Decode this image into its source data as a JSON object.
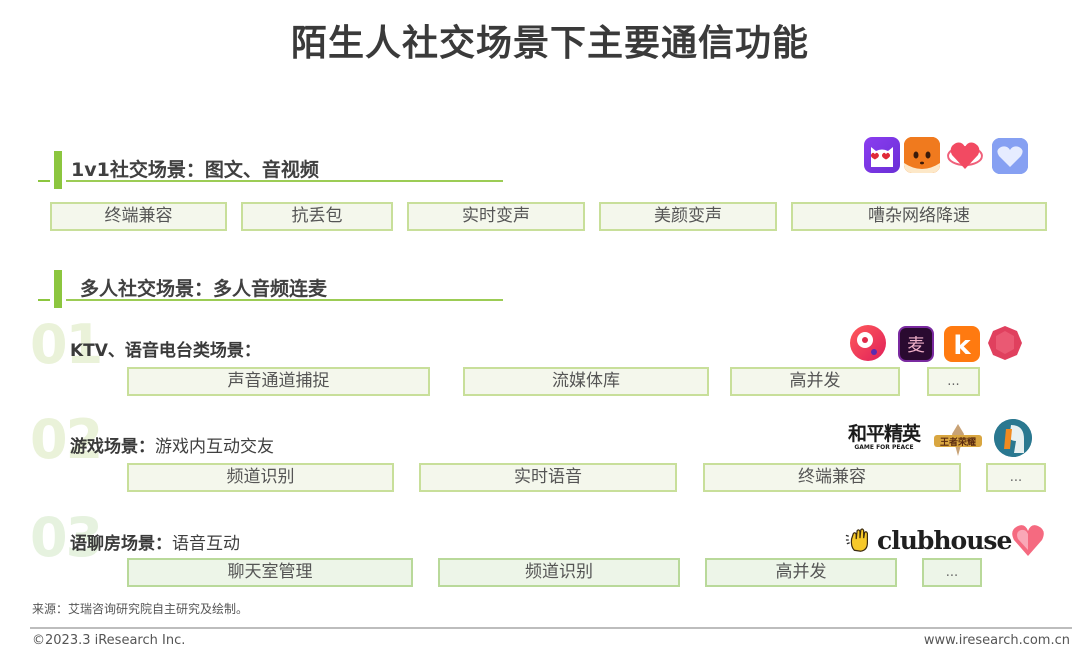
{
  "title": "陌生人社交场景下主要通信功能",
  "section1": {
    "heading": "1v1社交场景：图文、音视频",
    "features": [
      "终端兼容",
      "抗丢包",
      "实时变声",
      "美颜变声",
      "嘈杂网络降速"
    ],
    "app_icons": [
      "cat-hearts-app-icon",
      "fox-app-icon",
      "pink-heart-app-icon",
      "blue-heart-app-icon"
    ]
  },
  "section2": {
    "heading": "多人社交场景：多人音频连麦",
    "rows": [
      {
        "number": "01",
        "label_bold": "KTV、语音电台类场景：",
        "label_rest": "",
        "features": [
          "声音通道捕捉",
          "流媒体库",
          "高并发",
          "..."
        ],
        "app_icons": [
          "red-bird-app-icon",
          "mai-app-icon",
          "k-song-app-icon",
          "red-gem-app-icon"
        ],
        "mai_glyph": "麦",
        "k_glyph": "k"
      },
      {
        "number": "02",
        "label_bold": "游戏场景：",
        "label_rest": "游戏内互动交友",
        "features": [
          "频道识别",
          "实时语音",
          "终端兼容",
          "..."
        ],
        "logos": {
          "peace_elite_cn": "和平精英",
          "peace_elite_en": "GAME FOR PEACE",
          "honor_of_kings": "王者荣耀"
        }
      },
      {
        "number": "03",
        "label_bold": "语聊房场景：",
        "label_rest": "语音互动",
        "features": [
          "聊天室管理",
          "频道识别",
          "高并发",
          "..."
        ],
        "logos": {
          "clubhouse": "clubhouse"
        }
      }
    ]
  },
  "footer": {
    "source": "来源：艾瑞咨询研究院自主研究及绘制。",
    "copyright": "©2023.3 iResearch Inc.",
    "website": "www.iresearch.com.cn"
  },
  "colors": {
    "accent_green": "#8cc63f",
    "box_border": "#c8df9a",
    "box_fill": "#f4f7ec",
    "number_watermark": "#eaf2d9"
  }
}
